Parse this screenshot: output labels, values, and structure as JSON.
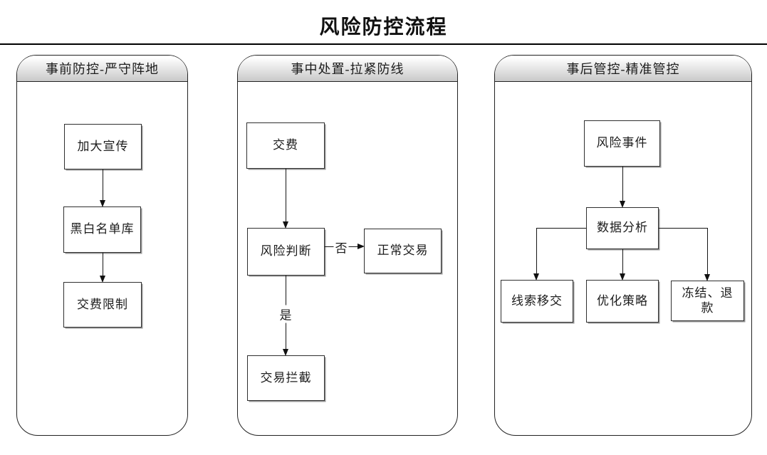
{
  "title": "风险防控流程",
  "lanes": [
    {
      "header": "事前防控-严守阵地",
      "nodes": [
        {
          "label": "加大宣传"
        },
        {
          "label": "黑白名单库"
        },
        {
          "label": "交费限制"
        }
      ]
    },
    {
      "header": "事中处置-拉紧防线",
      "nodes": [
        {
          "label": "交费"
        },
        {
          "label": "风险判断"
        },
        {
          "label": "正常交易"
        },
        {
          "label": "交易拦截"
        }
      ],
      "branch_labels": {
        "no": "否",
        "yes": "是"
      }
    },
    {
      "header": "事后管控-精准管控",
      "nodes": [
        {
          "label": "风险事件"
        },
        {
          "label": "数据分析"
        },
        {
          "label": "线索移交"
        },
        {
          "label": "优化策略"
        },
        {
          "label": "冻结、退款"
        }
      ]
    }
  ],
  "colors": {
    "line": "#151515",
    "box_border": "#2f2f2f",
    "box_fill": "#ffffff",
    "header_gradient_top": "#ffffff",
    "header_gradient_bottom": "#c9c9c9"
  }
}
